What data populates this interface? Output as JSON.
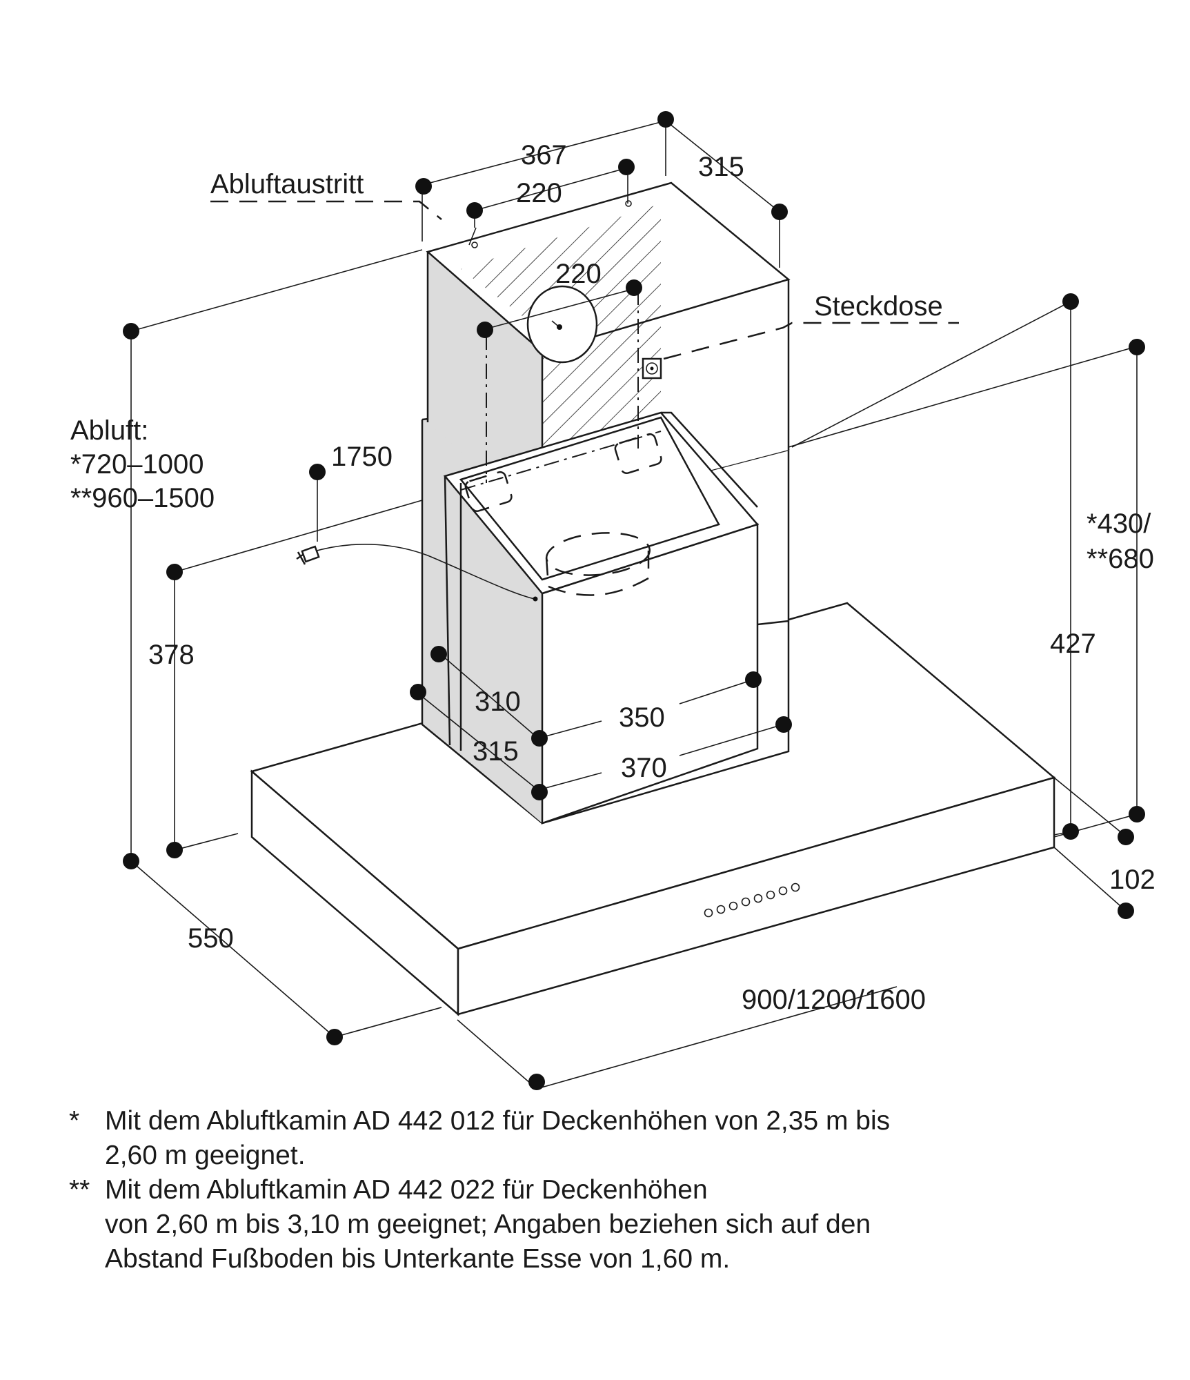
{
  "labels": {
    "exhaust_outlet": "Abluftaustritt",
    "socket": "Steckdose",
    "exhaust_title": "Abluft:",
    "exhaust_option1": "*720–1000",
    "exhaust_option2": "**960–1500"
  },
  "dimensions": {
    "chimney_width_top": "367",
    "chimney_depth_top": "315",
    "outlet_width": "220",
    "outlet_diameter": "220",
    "cable_length": "1750",
    "canopy_height_left": "378",
    "inner_chimney_depth": "310",
    "inner_chimney_width": "350",
    "outer_chimney_depth": "315",
    "outer_chimney_width": "370",
    "chimney_height_right_1": "*430/",
    "chimney_height_right_2": "**680",
    "total_right_height": "427",
    "canopy_thickness": "102",
    "canopy_depth": "550",
    "canopy_width": "900/1200/1600"
  },
  "footnotes": [
    {
      "mark": "*",
      "text": "Mit dem Abluftkamin AD 442 012 für Deckenhöhen von 2,35 m bis\n2,60 m geeignet."
    },
    {
      "mark": "**",
      "text": "Mit dem Abluftkamin AD 442 022 für Deckenhöhen\nvon 2,60 m bis 3,10 m geeignet; Angaben beziehen sich auf den\nAbstand Fußboden bis Unterkante Esse von 1,60 m."
    }
  ]
}
